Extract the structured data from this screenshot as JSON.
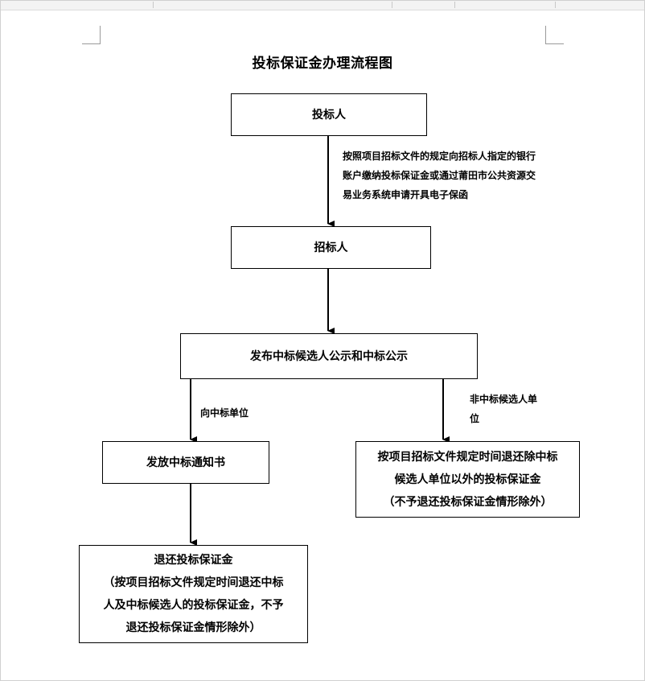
{
  "title": "投标保证金办理流程图",
  "nodes": {
    "bidder": "投标人",
    "tenderee": "招标人",
    "publish": "发布中标候选人公示和中标公示",
    "notice": "发放中标通知书",
    "refund_winner": {
      "line1": "退还投标保证金",
      "line2": "（按项目招标文件规定时间退还中标",
      "line3": "人及中标候选人的投标保证金，不予",
      "line4": "退还投标保证金情形除外）"
    },
    "refund_others": {
      "line1": "按项目招标文件规定时间退还除中标",
      "line2": "候选人单位以外的投标保证金",
      "line3": "（不予退还投标保证金情形除外）"
    }
  },
  "edge_labels": {
    "bidder_to_tenderee": {
      "line1": "按照项目招标文件的规定向招标人指定的银行",
      "line2": "账户缴纳投标保证金或通过莆田市公共资源交",
      "line3": "易业务系统申请开具电子保函"
    },
    "to_winner": "向中标单位",
    "to_non_candidate": {
      "line1": "非中标候选人单",
      "line2": "位"
    }
  }
}
